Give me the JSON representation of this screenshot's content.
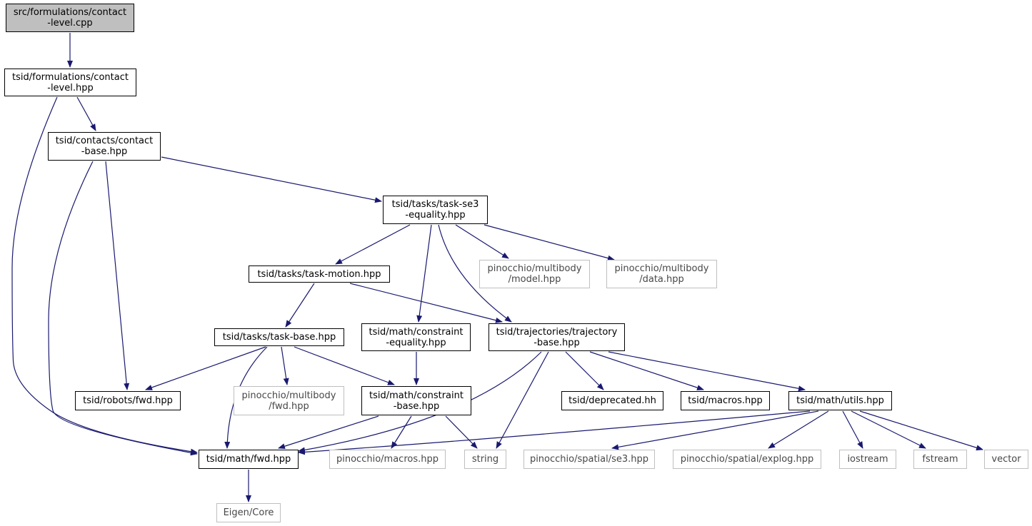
{
  "colors": {
    "edge": "#191970",
    "root_fill": "#bfbfbf",
    "external_border": "#bfbfbf",
    "node_border": "#000000"
  },
  "nodes": [
    {
      "id": "root",
      "kind": "root",
      "lines": [
        "src/formulations/contact",
        "-level.cpp"
      ]
    },
    {
      "id": "contact_level_hpp",
      "kind": "local",
      "lines": [
        "tsid/formulations/contact",
        "-level.hpp"
      ]
    },
    {
      "id": "contact_base",
      "kind": "local",
      "lines": [
        "tsid/contacts/contact",
        "-base.hpp"
      ]
    },
    {
      "id": "task_se3",
      "kind": "local",
      "lines": [
        "tsid/tasks/task-se3",
        "-equality.hpp"
      ]
    },
    {
      "id": "task_motion",
      "kind": "local",
      "lines": [
        "tsid/tasks/task-motion.hpp"
      ]
    },
    {
      "id": "pin_model",
      "kind": "external",
      "lines": [
        "pinocchio/multibody",
        "/model.hpp"
      ]
    },
    {
      "id": "pin_data",
      "kind": "external",
      "lines": [
        "pinocchio/multibody",
        "/data.hpp"
      ]
    },
    {
      "id": "task_base",
      "kind": "local",
      "lines": [
        "tsid/tasks/task-base.hpp"
      ]
    },
    {
      "id": "constraint_eq",
      "kind": "local",
      "lines": [
        "tsid/math/constraint",
        "-equality.hpp"
      ]
    },
    {
      "id": "traj_base",
      "kind": "local",
      "lines": [
        "tsid/trajectories/trajectory",
        "-base.hpp"
      ]
    },
    {
      "id": "robots_fwd",
      "kind": "local",
      "lines": [
        "tsid/robots/fwd.hpp"
      ]
    },
    {
      "id": "pin_fwd",
      "kind": "external",
      "lines": [
        "pinocchio/multibody",
        "/fwd.hpp"
      ]
    },
    {
      "id": "constraint_base",
      "kind": "local",
      "lines": [
        "tsid/math/constraint",
        "-base.hpp"
      ]
    },
    {
      "id": "deprecated",
      "kind": "local",
      "lines": [
        "tsid/deprecated.hh"
      ]
    },
    {
      "id": "macros",
      "kind": "local",
      "lines": [
        "tsid/macros.hpp"
      ]
    },
    {
      "id": "utils",
      "kind": "local",
      "lines": [
        "tsid/math/utils.hpp"
      ]
    },
    {
      "id": "math_fwd",
      "kind": "local",
      "lines": [
        "tsid/math/fwd.hpp"
      ]
    },
    {
      "id": "pin_macros",
      "kind": "external",
      "lines": [
        "pinocchio/macros.hpp"
      ]
    },
    {
      "id": "string",
      "kind": "external",
      "lines": [
        "string"
      ]
    },
    {
      "id": "se3",
      "kind": "external",
      "lines": [
        "pinocchio/spatial/se3.hpp"
      ]
    },
    {
      "id": "explog",
      "kind": "external",
      "lines": [
        "pinocchio/spatial/explog.hpp"
      ]
    },
    {
      "id": "iostream",
      "kind": "external",
      "lines": [
        "iostream"
      ]
    },
    {
      "id": "fstream",
      "kind": "external",
      "lines": [
        "fstream"
      ]
    },
    {
      "id": "vector",
      "kind": "external",
      "lines": [
        "vector"
      ]
    },
    {
      "id": "eigen",
      "kind": "external",
      "lines": [
        "Eigen/Core"
      ]
    }
  ],
  "edges": [
    {
      "from": "root",
      "to": "contact_level_hpp"
    },
    {
      "from": "contact_level_hpp",
      "to": "contact_base"
    },
    {
      "from": "contact_level_hpp",
      "to": "math_fwd"
    },
    {
      "from": "contact_base",
      "to": "task_se3"
    },
    {
      "from": "contact_base",
      "to": "robots_fwd"
    },
    {
      "from": "contact_base",
      "to": "math_fwd"
    },
    {
      "from": "task_se3",
      "to": "task_motion"
    },
    {
      "from": "task_se3",
      "to": "constraint_eq"
    },
    {
      "from": "task_se3",
      "to": "traj_base"
    },
    {
      "from": "task_se3",
      "to": "pin_model"
    },
    {
      "from": "task_se3",
      "to": "pin_data"
    },
    {
      "from": "task_motion",
      "to": "task_base"
    },
    {
      "from": "task_motion",
      "to": "traj_base"
    },
    {
      "from": "task_base",
      "to": "robots_fwd"
    },
    {
      "from": "task_base",
      "to": "math_fwd"
    },
    {
      "from": "task_base",
      "to": "pin_fwd"
    },
    {
      "from": "task_base",
      "to": "constraint_base"
    },
    {
      "from": "constraint_eq",
      "to": "constraint_base"
    },
    {
      "from": "constraint_base",
      "to": "math_fwd"
    },
    {
      "from": "constraint_base",
      "to": "pin_macros"
    },
    {
      "from": "constraint_base",
      "to": "string"
    },
    {
      "from": "traj_base",
      "to": "math_fwd"
    },
    {
      "from": "traj_base",
      "to": "string"
    },
    {
      "from": "traj_base",
      "to": "deprecated"
    },
    {
      "from": "traj_base",
      "to": "macros"
    },
    {
      "from": "traj_base",
      "to": "utils"
    },
    {
      "from": "utils",
      "to": "math_fwd"
    },
    {
      "from": "utils",
      "to": "se3"
    },
    {
      "from": "utils",
      "to": "explog"
    },
    {
      "from": "utils",
      "to": "iostream"
    },
    {
      "from": "utils",
      "to": "fstream"
    },
    {
      "from": "utils",
      "to": "vector"
    },
    {
      "from": "math_fwd",
      "to": "eigen"
    }
  ]
}
